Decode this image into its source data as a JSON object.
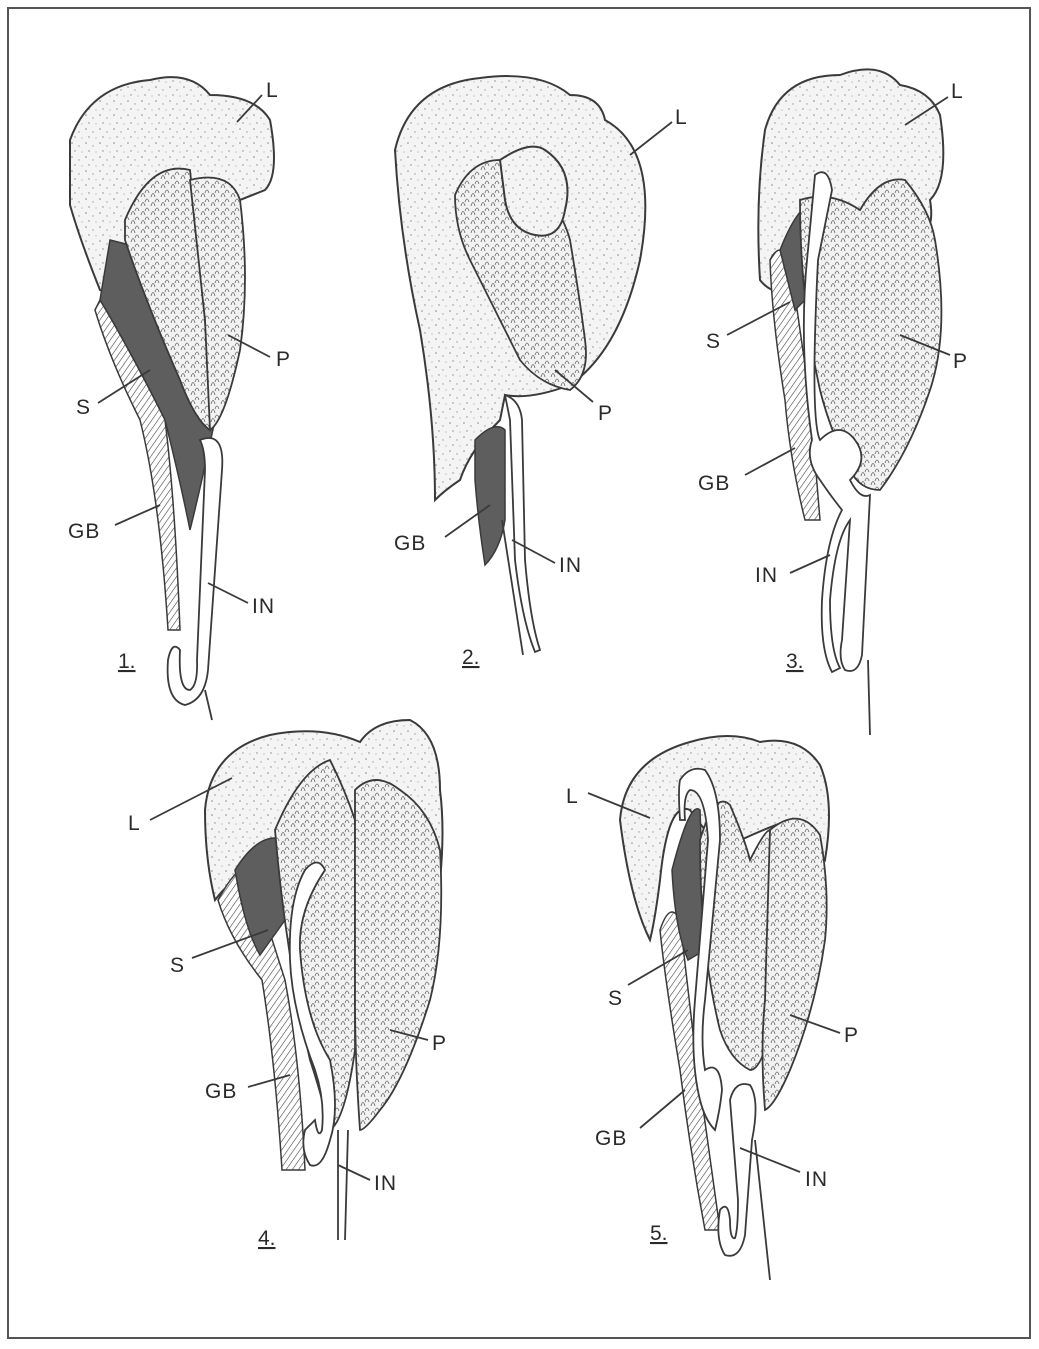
{
  "figures": [
    {
      "number": "1.",
      "labels": {
        "L": "L",
        "P": "P",
        "S": "S",
        "GB": "GB",
        "IN": "IN"
      }
    },
    {
      "number": "2.",
      "labels": {
        "L": "L",
        "P": "P",
        "GB": "GB",
        "IN": "IN"
      }
    },
    {
      "number": "3.",
      "labels": {
        "L": "L",
        "S": "S",
        "P": "P",
        "GB": "GB",
        "IN": "IN"
      }
    },
    {
      "number": "4.",
      "labels": {
        "L": "L",
        "S": "S",
        "P": "P",
        "GB": "GB",
        "IN": "IN"
      }
    },
    {
      "number": "5.",
      "labels": {
        "L": "L",
        "S": "S",
        "P": "P",
        "GB": "GB",
        "IN": "IN"
      }
    }
  ],
  "colors": {
    "ink": "#3a3a3a",
    "stomach": "#5e5e5e",
    "paper": "#ffffff"
  }
}
